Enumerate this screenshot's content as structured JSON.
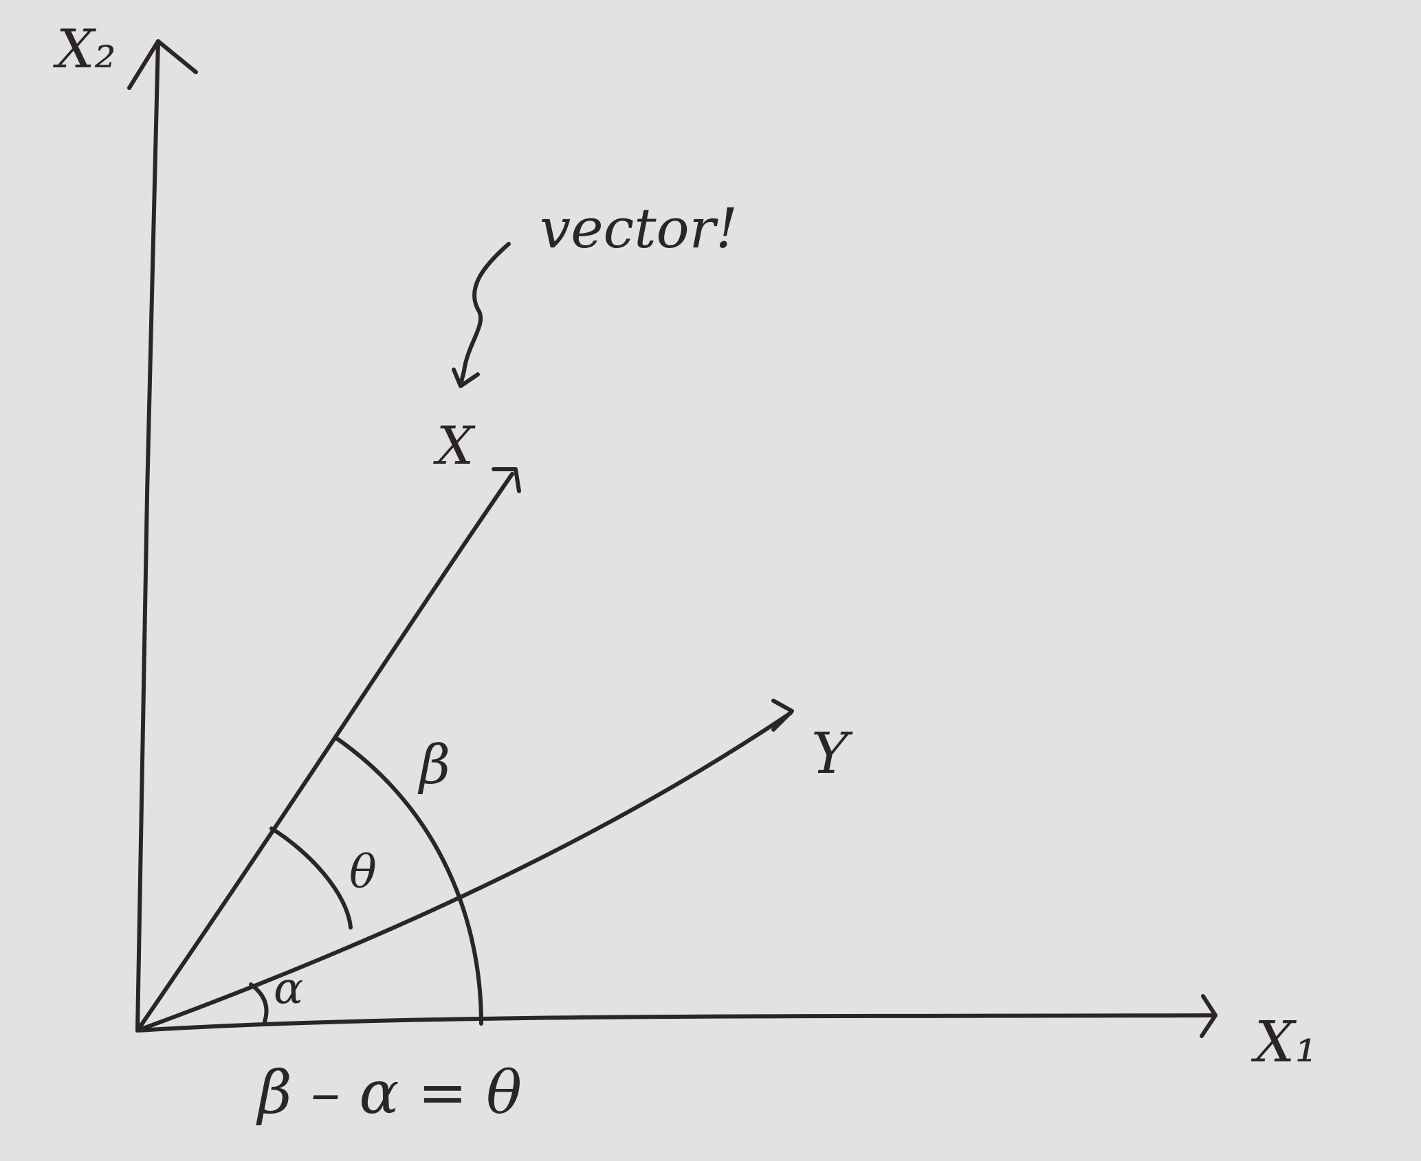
{
  "diagram": {
    "ink_color": "#2b2526",
    "paper_color": "#e2e2e2",
    "axes": {
      "horizontal_label": "X₁",
      "vertical_label": "X₂"
    },
    "vectors": [
      {
        "id": "x",
        "label": "X"
      },
      {
        "id": "y",
        "label": "Y"
      }
    ],
    "angles": {
      "alpha": "α",
      "beta": "β",
      "theta": "θ"
    },
    "annotation": "vector!",
    "equation": "β – α = θ"
  }
}
